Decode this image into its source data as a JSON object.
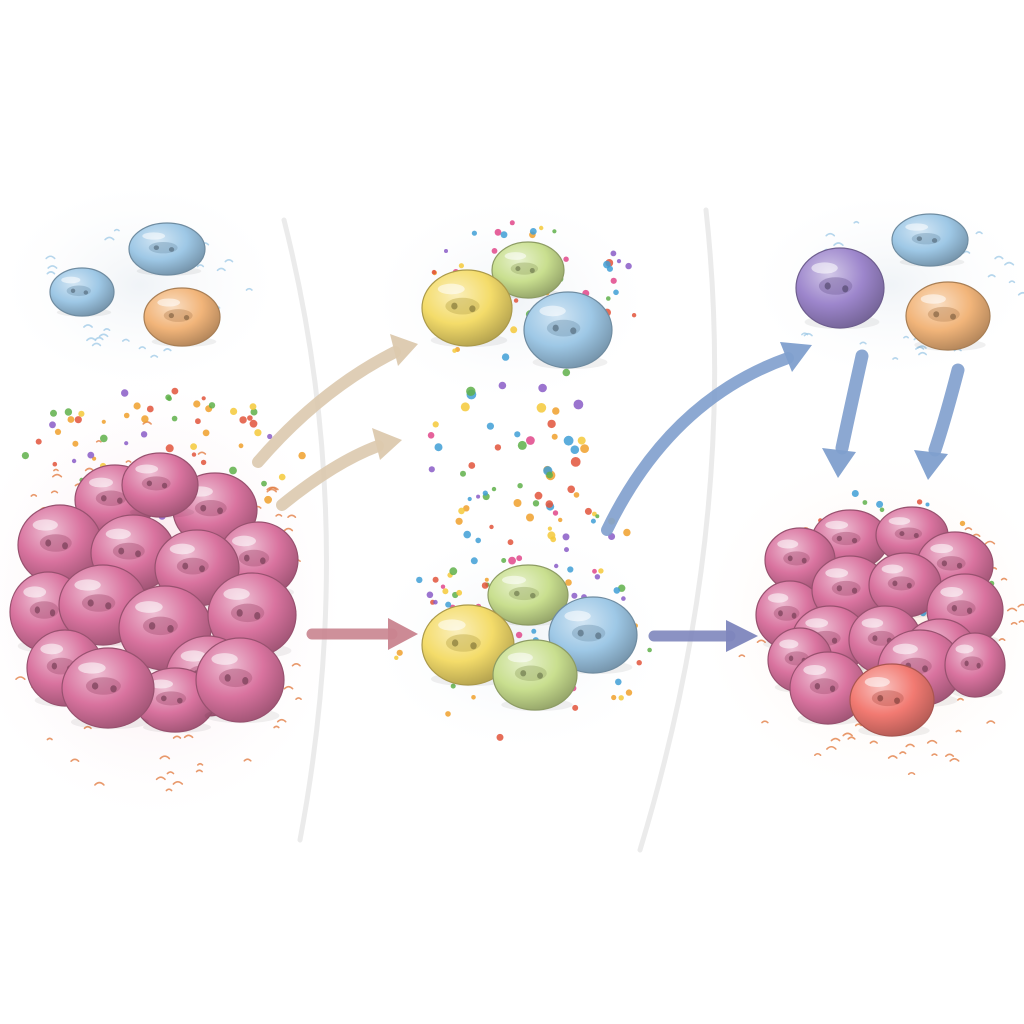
{
  "palette": {
    "background": "#ffffff",
    "pink_cell": "#d9739f",
    "blue_cell": "#9ec8e6",
    "orange_cell": "#f2b57a",
    "yellow_cell": "#f4dc6a",
    "green_cell": "#c9df8f",
    "purple_cell": "#9d86cc",
    "red_cell": "#f27a72",
    "arrow_tan": "#dcc9ae",
    "arrow_rose": "#c9848f",
    "arrow_slate": "#7e86bd",
    "arrow_blue": "#7f9fcd"
  },
  "panels": [
    {
      "name": "left-panel",
      "clusters": [
        "left-immune-cells",
        "left-pink-cell-mass"
      ]
    },
    {
      "name": "middle-panel",
      "clusters": [
        "middle-upper-cells",
        "middle-lower-cells"
      ]
    },
    {
      "name": "right-panel",
      "clusters": [
        "right-immune-cells",
        "right-pink-cell-mass"
      ]
    }
  ],
  "icons": [
    "cell-icon",
    "particle-icon",
    "arrow-icon",
    "divider-icon"
  ]
}
